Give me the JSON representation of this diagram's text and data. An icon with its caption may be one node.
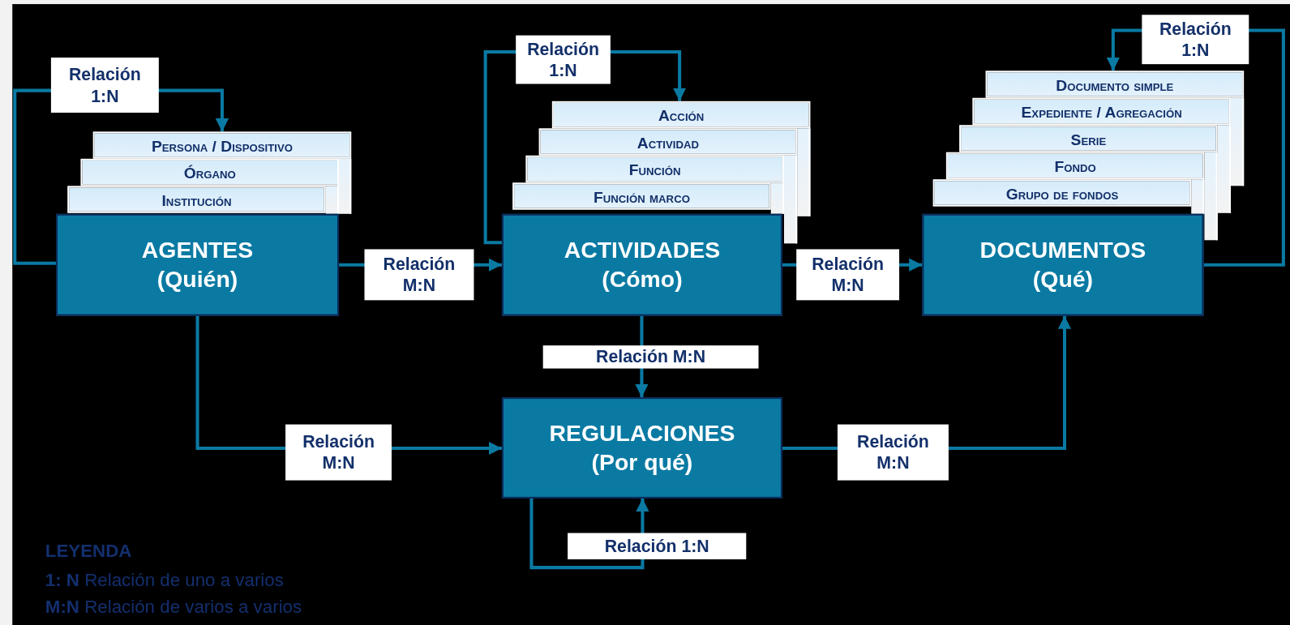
{
  "diagram": {
    "nodes": [
      {
        "text": [
          "Persona / Dispositivo"
        ]
      },
      {
        "text": [
          "Órgano"
        ]
      },
      {
        "text": [
          "Institución"
        ]
      },
      {
        "text": [
          "AGENTES",
          "(Quién)"
        ]
      },
      {
        "text": [
          "Acción"
        ]
      },
      {
        "text": [
          "Actividad"
        ]
      },
      {
        "text": [
          "Función"
        ]
      },
      {
        "text": [
          "Función marco"
        ]
      },
      {
        "text": [
          "ACTIVIDADES",
          "(Cómo)"
        ]
      },
      {
        "text": [
          "Documento simple"
        ]
      },
      {
        "text": [
          "Expediente / Agregación"
        ]
      },
      {
        "text": [
          "Serie"
        ]
      },
      {
        "text": [
          "Fondo"
        ]
      },
      {
        "text": [
          "Grupo de fondos"
        ]
      },
      {
        "text": [
          "DOCUMENTOS",
          "(Qué)"
        ]
      },
      {
        "text": [
          "REGULACIONES",
          "(Por qué)"
        ]
      }
    ],
    "edges": [
      {
        "from": 3,
        "to": 0,
        "arrow": "to",
        "label": "Relación 1:N"
      },
      {
        "from": 8,
        "to": 4,
        "arrow": "to",
        "label": "Relación 1:N"
      },
      {
        "from": 14,
        "to": 9,
        "arrow": "to",
        "label": "Relación 1:N"
      },
      {
        "from": 3,
        "to": 8,
        "arrow": "to",
        "label": "Relación M:N"
      },
      {
        "from": 8,
        "to": 14,
        "arrow": "to",
        "label": "Relación M:N"
      },
      {
        "from": 8,
        "to": 15,
        "arrow": "to",
        "label": "Relación M:N"
      },
      {
        "from": 3,
        "to": 15,
        "arrow": "to",
        "label": "Relación M:N"
      },
      {
        "from": 15,
        "to": 14,
        "arrow": "to",
        "label": "Relación M:N"
      },
      {
        "from": 15,
        "to": 15,
        "arrow": "to",
        "label": "Relación 1:N"
      }
    ],
    "labels": [
      "LEYENDA",
      "**1: N** Relación de uno a varios",
      "**M:N** Relación de varios a varios"
    ]
  }
}
